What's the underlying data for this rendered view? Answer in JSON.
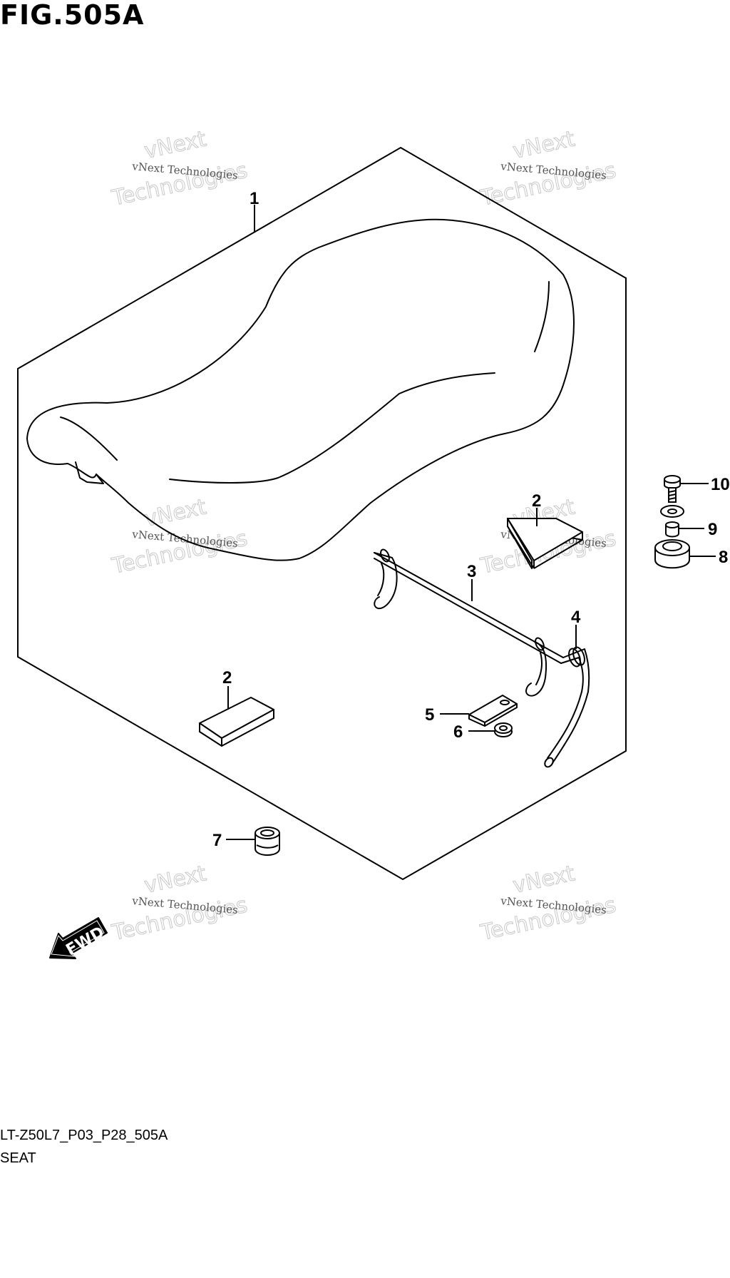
{
  "figure": {
    "title": "FIG.505A",
    "model_code": "LT-Z50L7_P03_P28_505A",
    "section_name": "SEAT"
  },
  "callouts": [
    {
      "id": "1",
      "label": "1"
    },
    {
      "id": "2a",
      "label": "2"
    },
    {
      "id": "2b",
      "label": "2"
    },
    {
      "id": "3",
      "label": "3"
    },
    {
      "id": "4",
      "label": "4"
    },
    {
      "id": "5",
      "label": "5"
    },
    {
      "id": "6",
      "label": "6"
    },
    {
      "id": "7",
      "label": "7"
    },
    {
      "id": "8",
      "label": "8"
    },
    {
      "id": "9",
      "label": "9"
    },
    {
      "id": "10",
      "label": "10"
    }
  ],
  "direction_arrow": {
    "label": "FWD"
  },
  "watermark": {
    "small": "vNext Technologies",
    "big_top": "vNext",
    "big_bottom": "Technologies"
  },
  "colors": {
    "line": "#000000",
    "watermark": "#c8c8c8"
  }
}
